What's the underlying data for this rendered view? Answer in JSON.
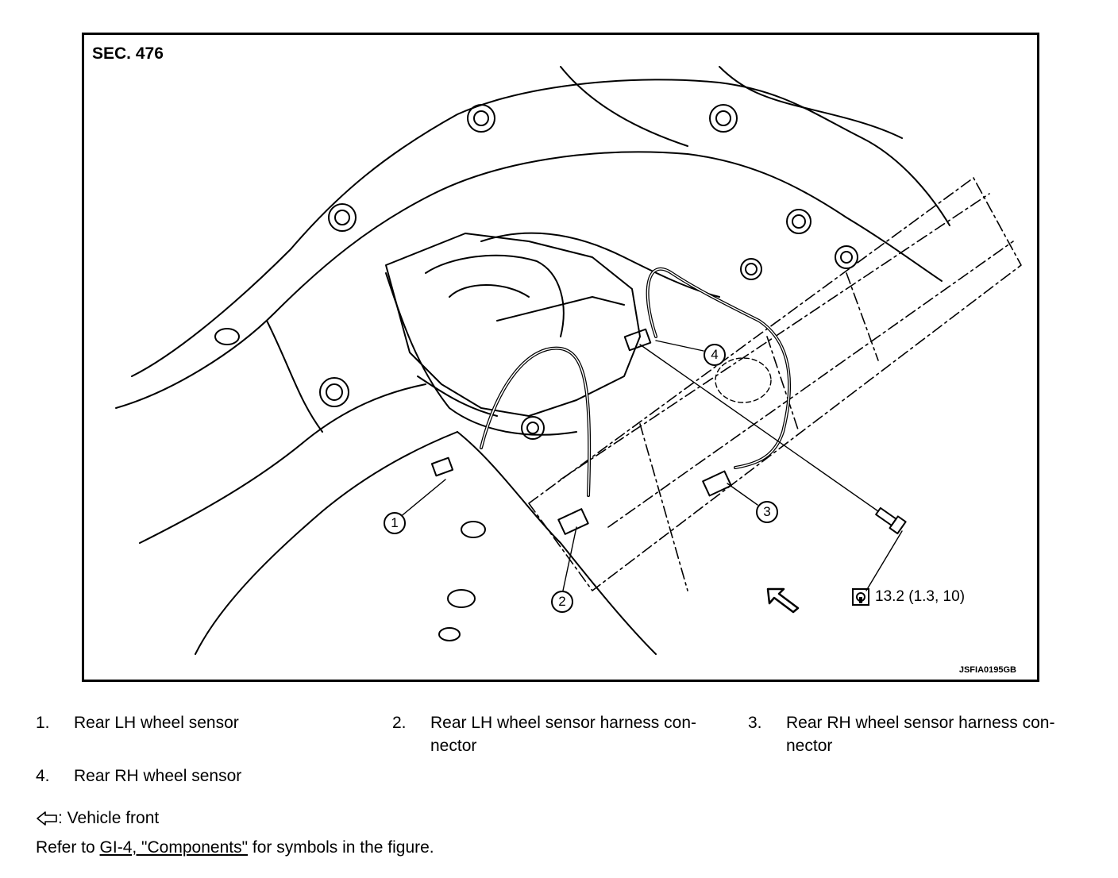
{
  "figure": {
    "section": "SEC. 476",
    "code": "JSFIA0195GB",
    "torque": "13.2 (1.3, 10)",
    "callouts": [
      "1",
      "2",
      "3",
      "4"
    ]
  },
  "legend": [
    {
      "num": "1.",
      "text": "Rear LH wheel sensor"
    },
    {
      "num": "2.",
      "text": "Rear LH wheel sensor harness con-\nnector"
    },
    {
      "num": "3.",
      "text": "Rear RH wheel sensor harness con-\nnector"
    },
    {
      "num": "4.",
      "text": "Rear RH wheel sensor"
    }
  ],
  "front_note": ": Vehicle front",
  "ref": {
    "prefix": "Refer to ",
    "link": "GI-4, \"Components\"",
    "suffix": " for symbols in the figure."
  },
  "icons": {
    "front_arrow": "vehicle-front-arrow-icon",
    "torque": "tightening-torque-icon"
  }
}
